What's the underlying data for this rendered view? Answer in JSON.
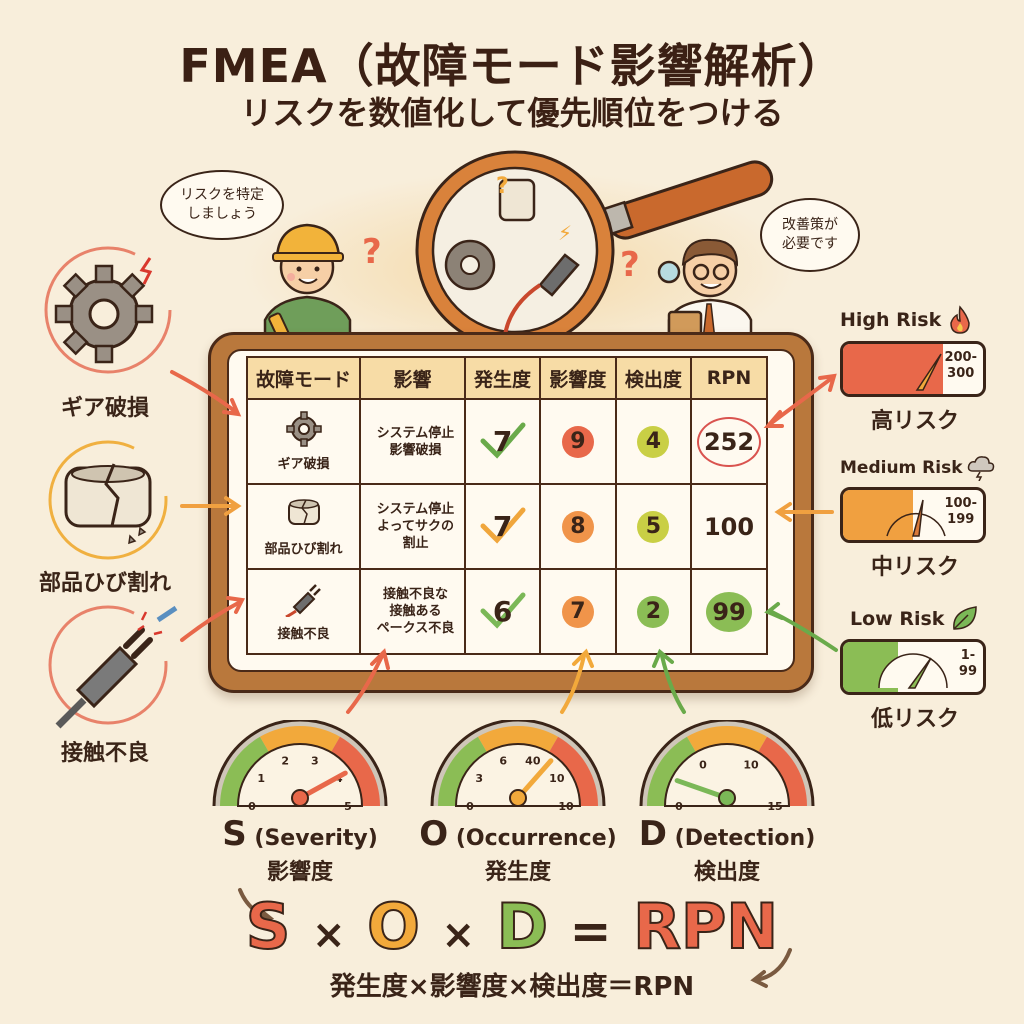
{
  "header": {
    "title": "FMEA（故障モード影響解析）",
    "subtitle": "リスクを数値化して優先順位をつける"
  },
  "speech": {
    "worker": "リスクを特定 しましょう",
    "worker_line1": "リスクを特定",
    "worker_line2": "しましょう",
    "manager_line1": "改善策が",
    "manager_line2": "必要です"
  },
  "failure_modes": [
    {
      "label": "ギア破損",
      "icon": "broken-gear-icon",
      "color": "#e07a5f"
    },
    {
      "label": "部品ひび割れ",
      "icon": "cracked-part-icon",
      "color": "#f0a63c"
    },
    {
      "label": "接触不良",
      "icon": "plug-icon",
      "color": "#e07a5f"
    }
  ],
  "table": {
    "headers": [
      "故障モード",
      "影響",
      "発生度",
      "影響度",
      "検出度",
      "RPN"
    ],
    "rows": [
      {
        "mode": "ギア破損",
        "effect_lines": [
          "システム停止",
          "影響破損"
        ],
        "occurrence": "7",
        "severity": "9",
        "detection": "4",
        "rpn": "252",
        "check_color": "#6aaa4a",
        "sev_color": "#e8684a",
        "det_color": "#c9cf45"
      },
      {
        "mode": "部品ひび割れ",
        "effect_lines": [
          "システム停止",
          "よってサクの",
          "割止"
        ],
        "occurrence": "7",
        "severity": "8",
        "detection": "5",
        "rpn": "100",
        "check_color": "#f0a63c",
        "sev_color": "#f0944a",
        "det_color": "#c9cf45"
      },
      {
        "mode": "接触不良",
        "effect_lines": [
          "接触不良な",
          "接触ある",
          "ペークス不良"
        ],
        "occurrence": "6",
        "severity": "7",
        "detection": "2",
        "rpn": "99",
        "check_color": "#7bb857",
        "sev_color": "#f0944a",
        "det_color": "#8bbd55"
      }
    ]
  },
  "risk_levels": [
    {
      "title": "High Risk",
      "range_top": "200-",
      "range_bottom": "300",
      "label_jp": "高リスク",
      "color": "#e8684a",
      "icon": "fire-icon"
    },
    {
      "title": "Medium Risk",
      "range_top": "100-",
      "range_bottom": "199",
      "label_jp": "中リスク",
      "color": "#f0a040",
      "icon": "storm-cloud-icon"
    },
    {
      "title": "Low Risk",
      "range_top": "1-",
      "range_bottom": "99",
      "label_jp": "低リスク",
      "color": "#8bbd55",
      "icon": "leaf-icon"
    }
  ],
  "gauges": [
    {
      "letter": "S",
      "name": "(Severity)",
      "label_jp": "影響度",
      "ticks": [
        "0",
        "1",
        "2",
        "3",
        "4",
        "5"
      ],
      "needle_value_fraction": 0.8
    },
    {
      "letter": "O",
      "name": "(Occurrence)",
      "label_jp": "発生度",
      "ticks": [
        "0",
        "3",
        "6",
        "40",
        "10",
        "10"
      ],
      "needle_value_fraction": 0.7
    },
    {
      "letter": "D",
      "name": "(Detection)",
      "label_jp": "検出度",
      "ticks": [
        "0",
        "0",
        "10",
        "15"
      ],
      "needle_value_fraction": 0.15
    }
  ],
  "formula": {
    "s": "S",
    "times1": "×",
    "o": "O",
    "times2": "×",
    "d": "D",
    "equals": "=",
    "rpn": "RPN",
    "s_color": "#e8684a",
    "o_color": "#f2a93b",
    "d_color": "#8bbd55",
    "rpn_color": "#e8684a",
    "subtitle": "発生度×影響度×検出度＝RPN"
  }
}
